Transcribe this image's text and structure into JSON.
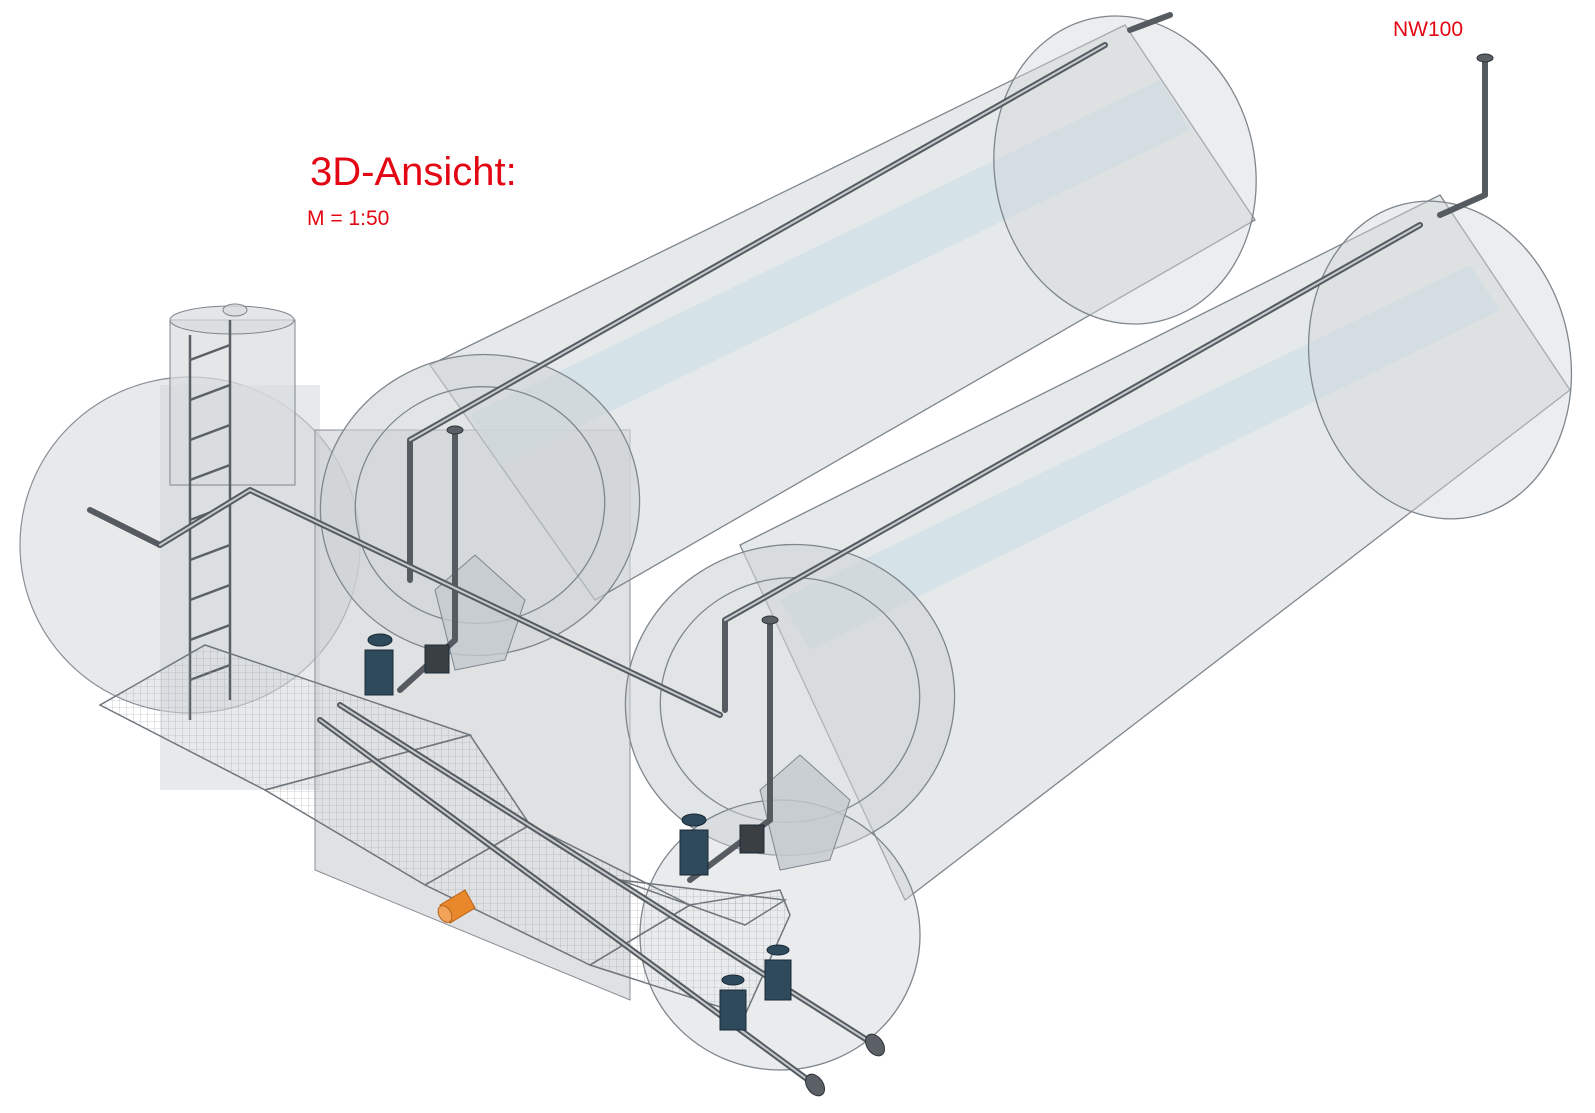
{
  "labels": {
    "title": "3D-Ansicht:",
    "scale": "M = 1:50",
    "nominal_width": "NW100"
  },
  "colors": {
    "annotation": "#e30613",
    "tank_fill": "#d3d7da",
    "tank_band": "#c9dde4",
    "pipe": "#555b60",
    "valve": "#2e4a5c",
    "grating": "#8d9499",
    "orange_part": "#e8882a"
  }
}
